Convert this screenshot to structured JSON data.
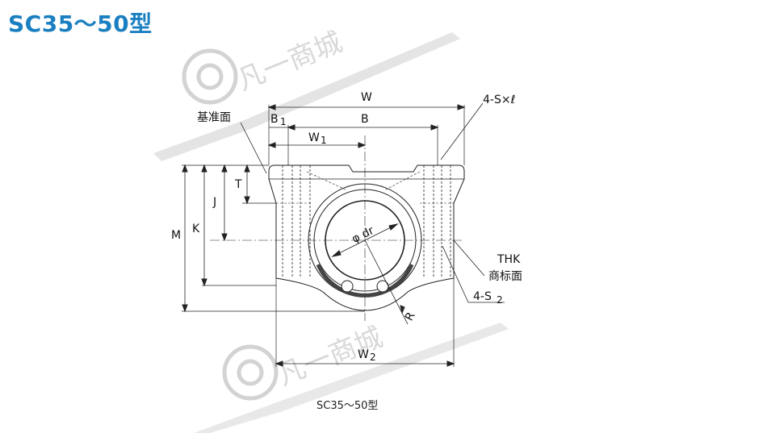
{
  "title": "SC35～50型",
  "caption": "SC35～50型",
  "watermark_text": "凡一商城",
  "labels": {
    "W": "W",
    "B": "B",
    "B1": "B",
    "B1_sub": "1",
    "W1": "W",
    "W1_sub": "1",
    "W2": "W",
    "W2_sub": "2",
    "S_l": "4-S×ℓ",
    "ref_face": "基准面",
    "T": "T",
    "J": "J",
    "K": "K",
    "M": "M",
    "dr": "φ dr",
    "R": "R",
    "THK": "THK",
    "brand_face": "商标面",
    "S2": "4-S",
    "S2_sub": "2"
  },
  "colors": {
    "title": "#1a7fc1",
    "line": "#222222",
    "watermark": "#d0d0d0"
  }
}
